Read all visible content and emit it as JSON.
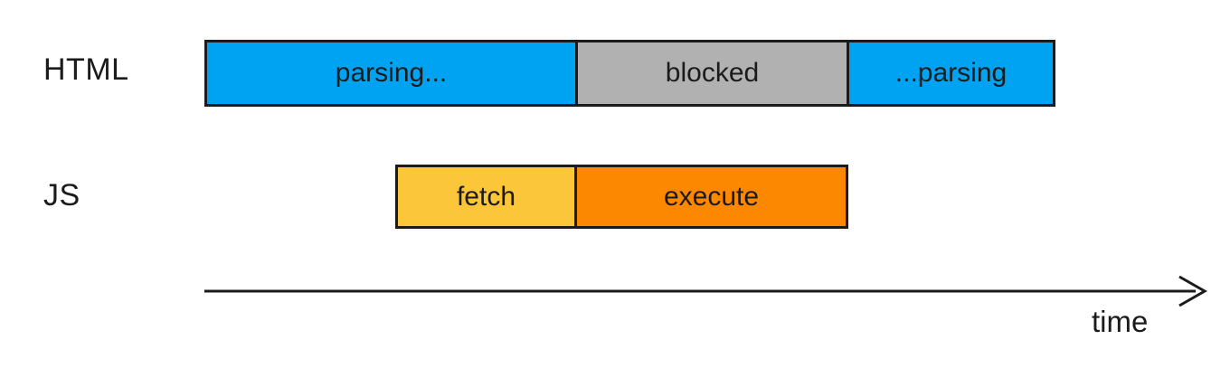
{
  "diagram": {
    "rows": {
      "html": {
        "label": "HTML",
        "segments": [
          {
            "label": "parsing...",
            "color": "#00a2f2"
          },
          {
            "label": "blocked",
            "color": "#b1b1b1"
          },
          {
            "label": "...parsing",
            "color": "#00a2f2"
          }
        ]
      },
      "js": {
        "label": "JS",
        "segments": [
          {
            "label": "fetch",
            "color": "#fcc63a"
          },
          {
            "label": "execute",
            "color": "#fb8800"
          }
        ]
      }
    },
    "axis": {
      "label": "time"
    },
    "colors": {
      "outline": "#1b1b1b",
      "text": "#1b1b1b",
      "background": "#ffffff"
    }
  }
}
